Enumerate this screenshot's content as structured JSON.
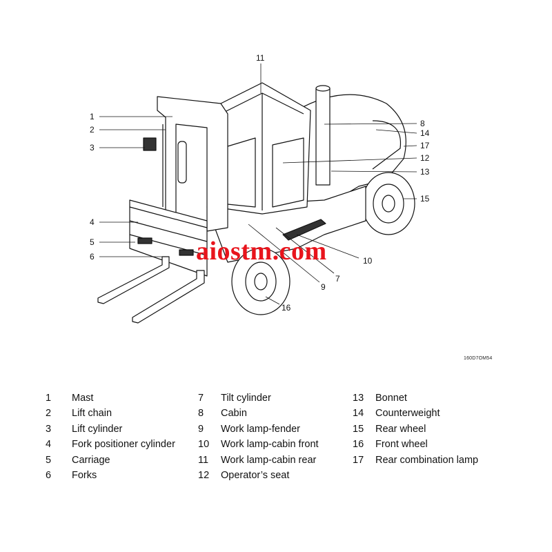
{
  "callouts": {
    "c1": "1",
    "c2": "2",
    "c3": "3",
    "c4": "4",
    "c5": "5",
    "c6": "6",
    "c7": "7",
    "c8": "8",
    "c9": "9",
    "c10": "10",
    "c11": "11",
    "c12": "12",
    "c13": "13",
    "c14": "14",
    "c15": "15",
    "c16": "16",
    "c17": "17"
  },
  "figure_code": "160D7OM54",
  "watermark": "aiostm.com",
  "legend": {
    "columns": [
      [
        {
          "num": "1",
          "label": "Mast"
        },
        {
          "num": "2",
          "label": "Lift chain"
        },
        {
          "num": "3",
          "label": "Lift cylinder"
        },
        {
          "num": "4",
          "label": "Fork positioner cylinder"
        },
        {
          "num": "5",
          "label": "Carriage"
        },
        {
          "num": "6",
          "label": "Forks"
        }
      ],
      [
        {
          "num": "7",
          "label": "Tilt cylinder"
        },
        {
          "num": "8",
          "label": "Cabin"
        },
        {
          "num": "9",
          "label": "Work lamp-fender"
        },
        {
          "num": "10",
          "label": "Work lamp-cabin front"
        },
        {
          "num": "11",
          "label": "Work lamp-cabin rear"
        },
        {
          "num": "12",
          "label": "Operator’s seat"
        }
      ],
      [
        {
          "num": "13",
          "label": "Bonnet"
        },
        {
          "num": "14",
          "label": "Counterweight"
        },
        {
          "num": "15",
          "label": "Rear wheel"
        },
        {
          "num": "16",
          "label": "Front wheel"
        },
        {
          "num": "17",
          "label": "Rear combination lamp"
        }
      ]
    ]
  }
}
